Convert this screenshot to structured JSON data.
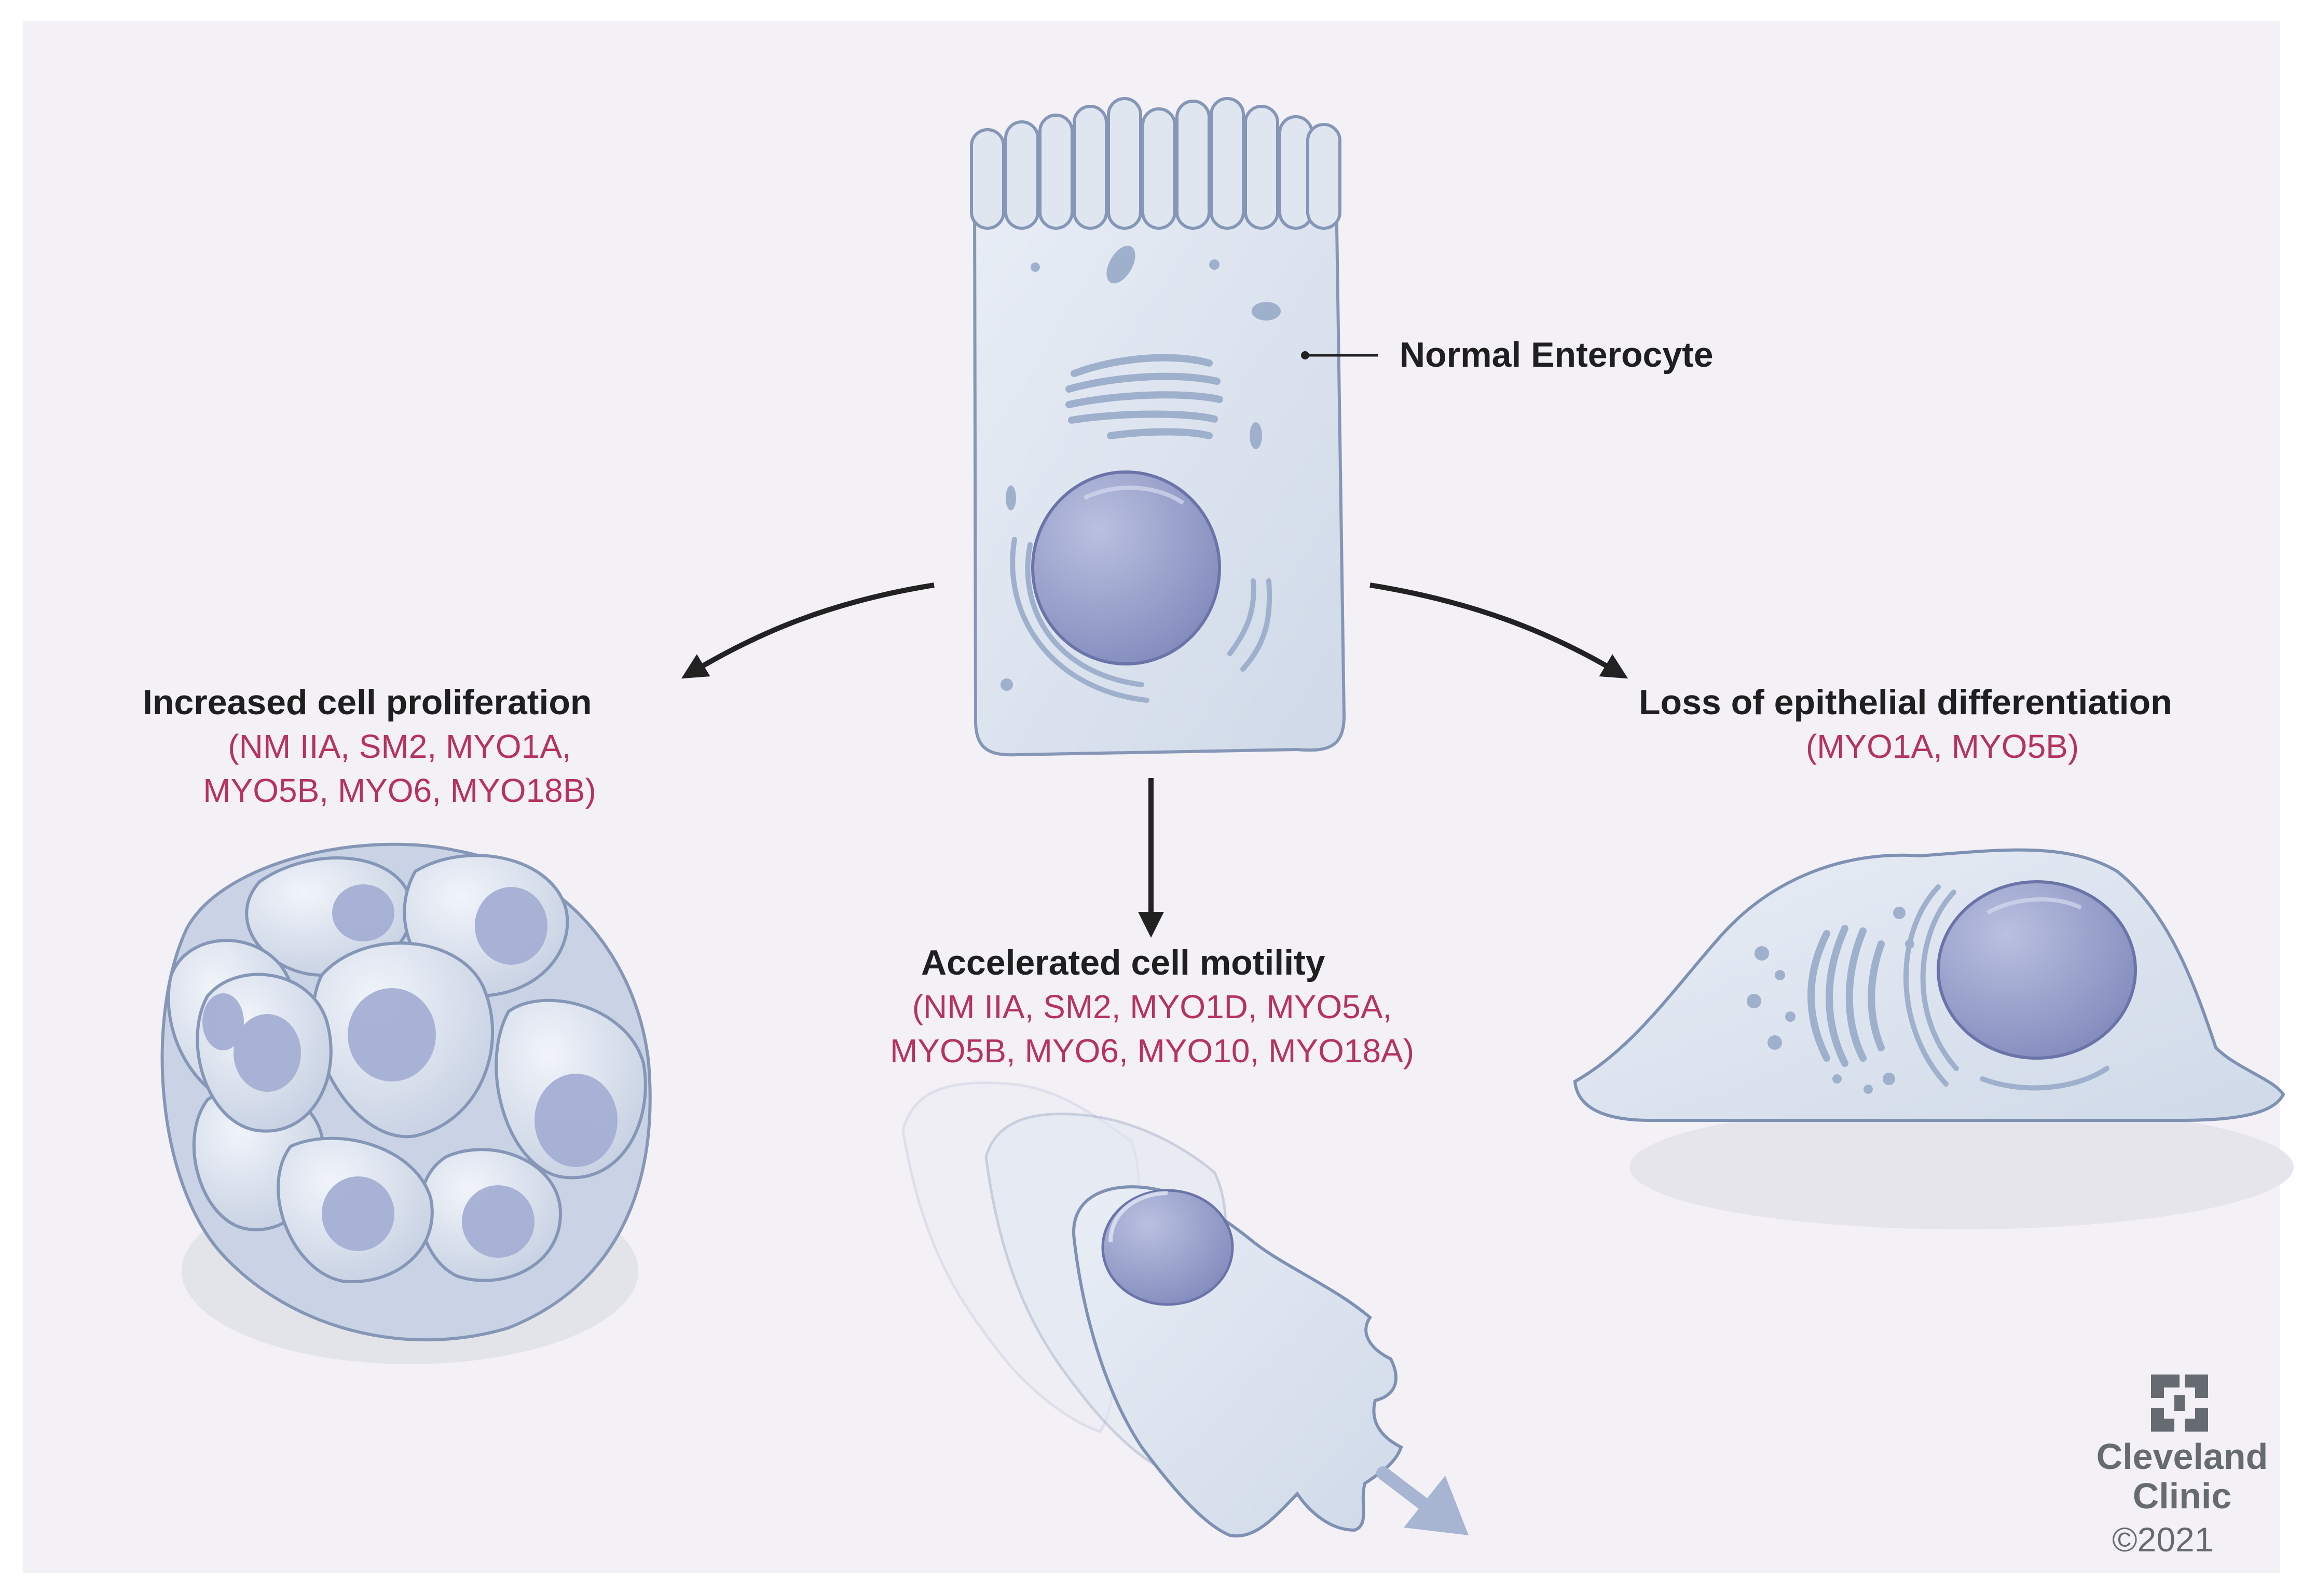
{
  "labels": {
    "normal": "Normal Enterocyte",
    "proliferation": {
      "title": "Increased cell proliferation",
      "genes_line1": "(NM IIA, SM2, MYO1A,",
      "genes_line2": "MYO5B, MYO6, MYO18B)"
    },
    "motility": {
      "title": "Accelerated cell motility",
      "genes_line1": "(NM IIA, SM2, MYO1D, MYO5A,",
      "genes_line2": "MYO5B, MYO6, MYO10, MYO18A)"
    },
    "differentiation": {
      "title": "Loss of epithelial differentiation",
      "genes_line1": "(MYO1A, MYO5B)"
    }
  },
  "branding": {
    "line1": "Cleveland",
    "line2": "Clinic",
    "copyright": "©2021",
    "logo_icon": "cleveland-clinic-logo-icon"
  },
  "colors": {
    "background": "#f3f0f6",
    "cell_fill": "#dfe6f0",
    "cell_outline": "#8596b6",
    "nucleus": "#8e97c4",
    "organelle": "#9fb0cc",
    "gene_text": "#b5335c",
    "title_text": "#1f1f1f",
    "arrow": "#222222",
    "motion_arrow": "#a7b4d2"
  }
}
